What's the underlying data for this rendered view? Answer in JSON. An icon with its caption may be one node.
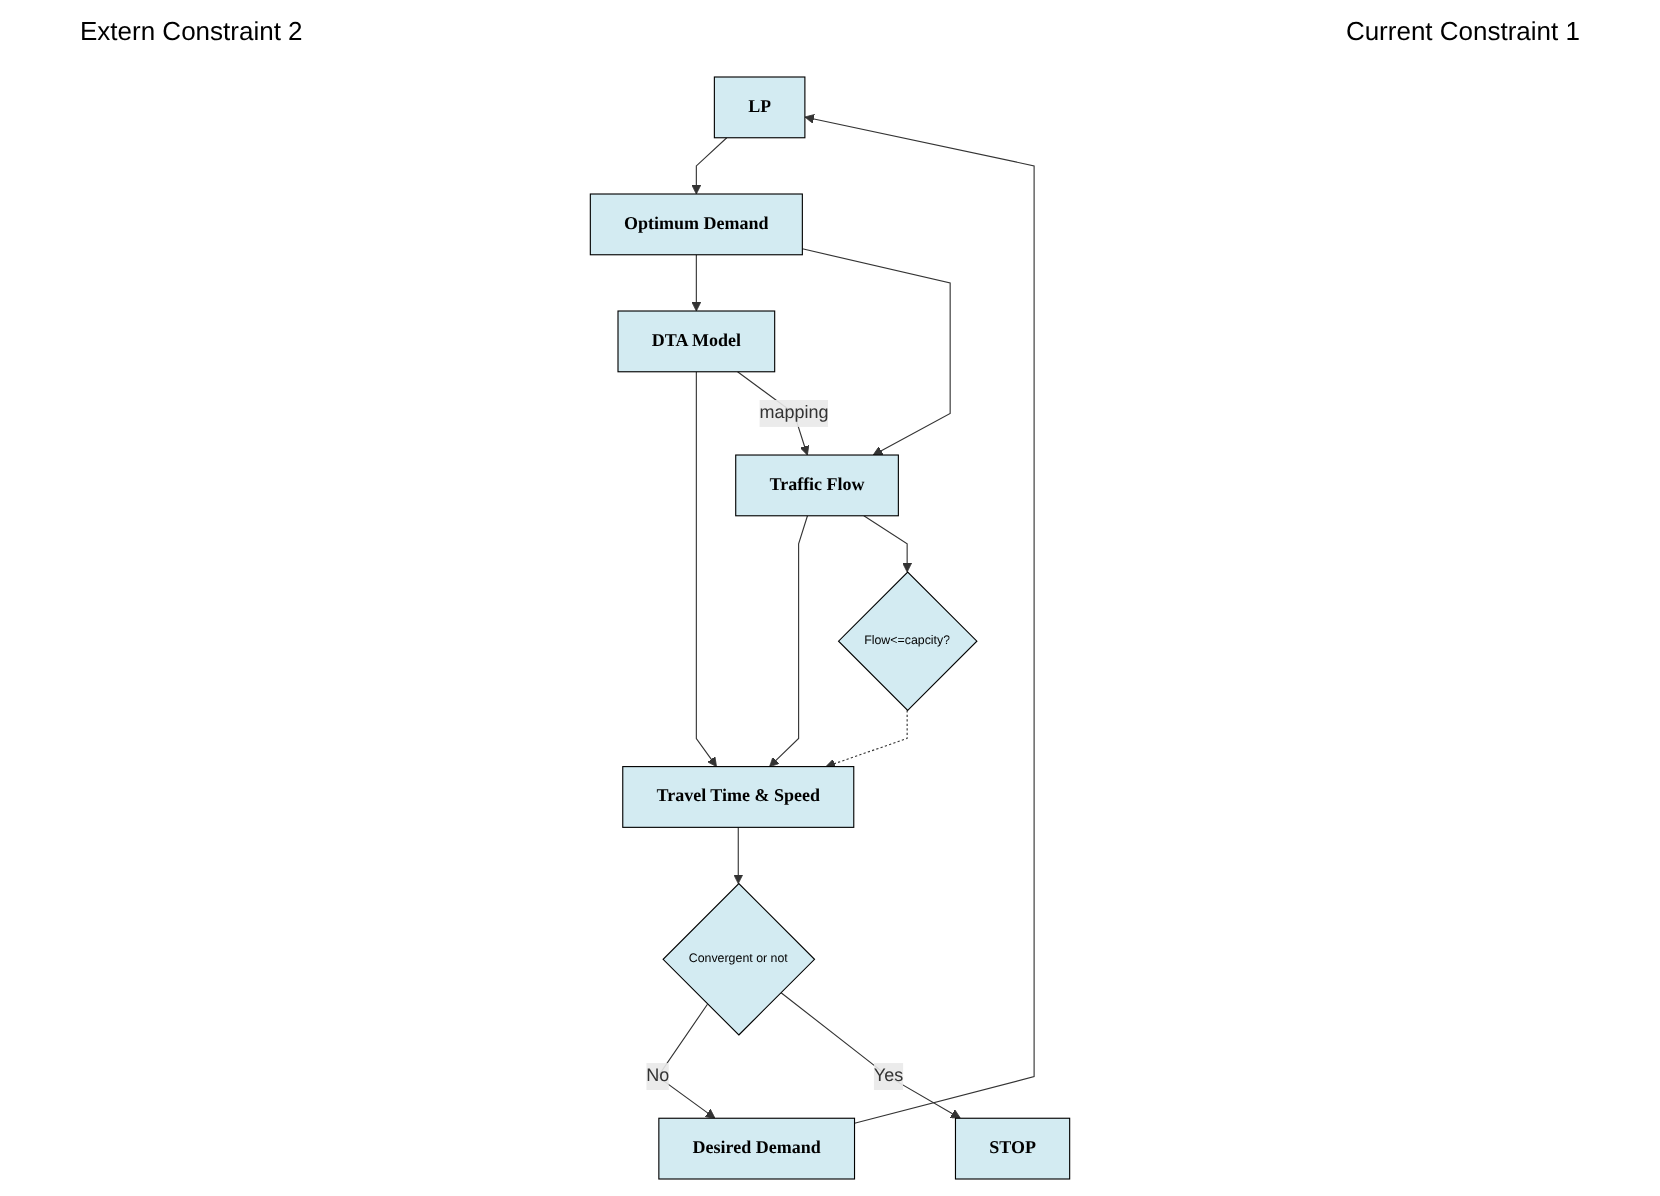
{
  "diagram": {
    "nodes": [
      {
        "text": [
          "LP"
        ]
      },
      {
        "text": [
          "Optimum Demand"
        ]
      },
      {
        "text": [
          "Desired Demand"
        ]
      },
      {
        "text": [
          "DTA Model"
        ]
      },
      {
        "text": [
          "Travel Time & Speed"
        ]
      },
      {
        "text": [
          "Traffic Flow"
        ]
      },
      {
        "text": [
          "Convergent or not"
        ]
      },
      {
        "text": [
          "Flow<=capcity?"
        ]
      },
      {
        "text": [
          "STOP"
        ]
      }
    ],
    "edges": [
      {
        "from": 2,
        "to": 0,
        "arrow": "to"
      },
      {
        "from": 0,
        "to": 1,
        "arrow": "to"
      },
      {
        "from": 1,
        "to": 3,
        "arrow": "to"
      },
      {
        "from": 1,
        "to": 5,
        "arrow": "to"
      },
      {
        "from": 3,
        "to": 4,
        "arrow": "to"
      },
      {
        "from": 3,
        "to": 5,
        "arrow": "to",
        "label": "mapping"
      },
      {
        "from": 5,
        "to": 4,
        "arrow": "to"
      },
      {
        "from": 5,
        "to": 7,
        "arrow": "to"
      },
      {
        "from": 7,
        "to": 4,
        "arrow": "to",
        "style": "dashed"
      },
      {
        "from": 4,
        "to": 6,
        "arrow": "to"
      },
      {
        "from": 6,
        "to": 2,
        "arrow": "to",
        "label": "No"
      },
      {
        "from": 6,
        "to": 8,
        "arrow": "to",
        "label": "Yes"
      }
    ],
    "labels": [
      "Extern Constraint 2",
      "Current Constraint 1"
    ]
  }
}
